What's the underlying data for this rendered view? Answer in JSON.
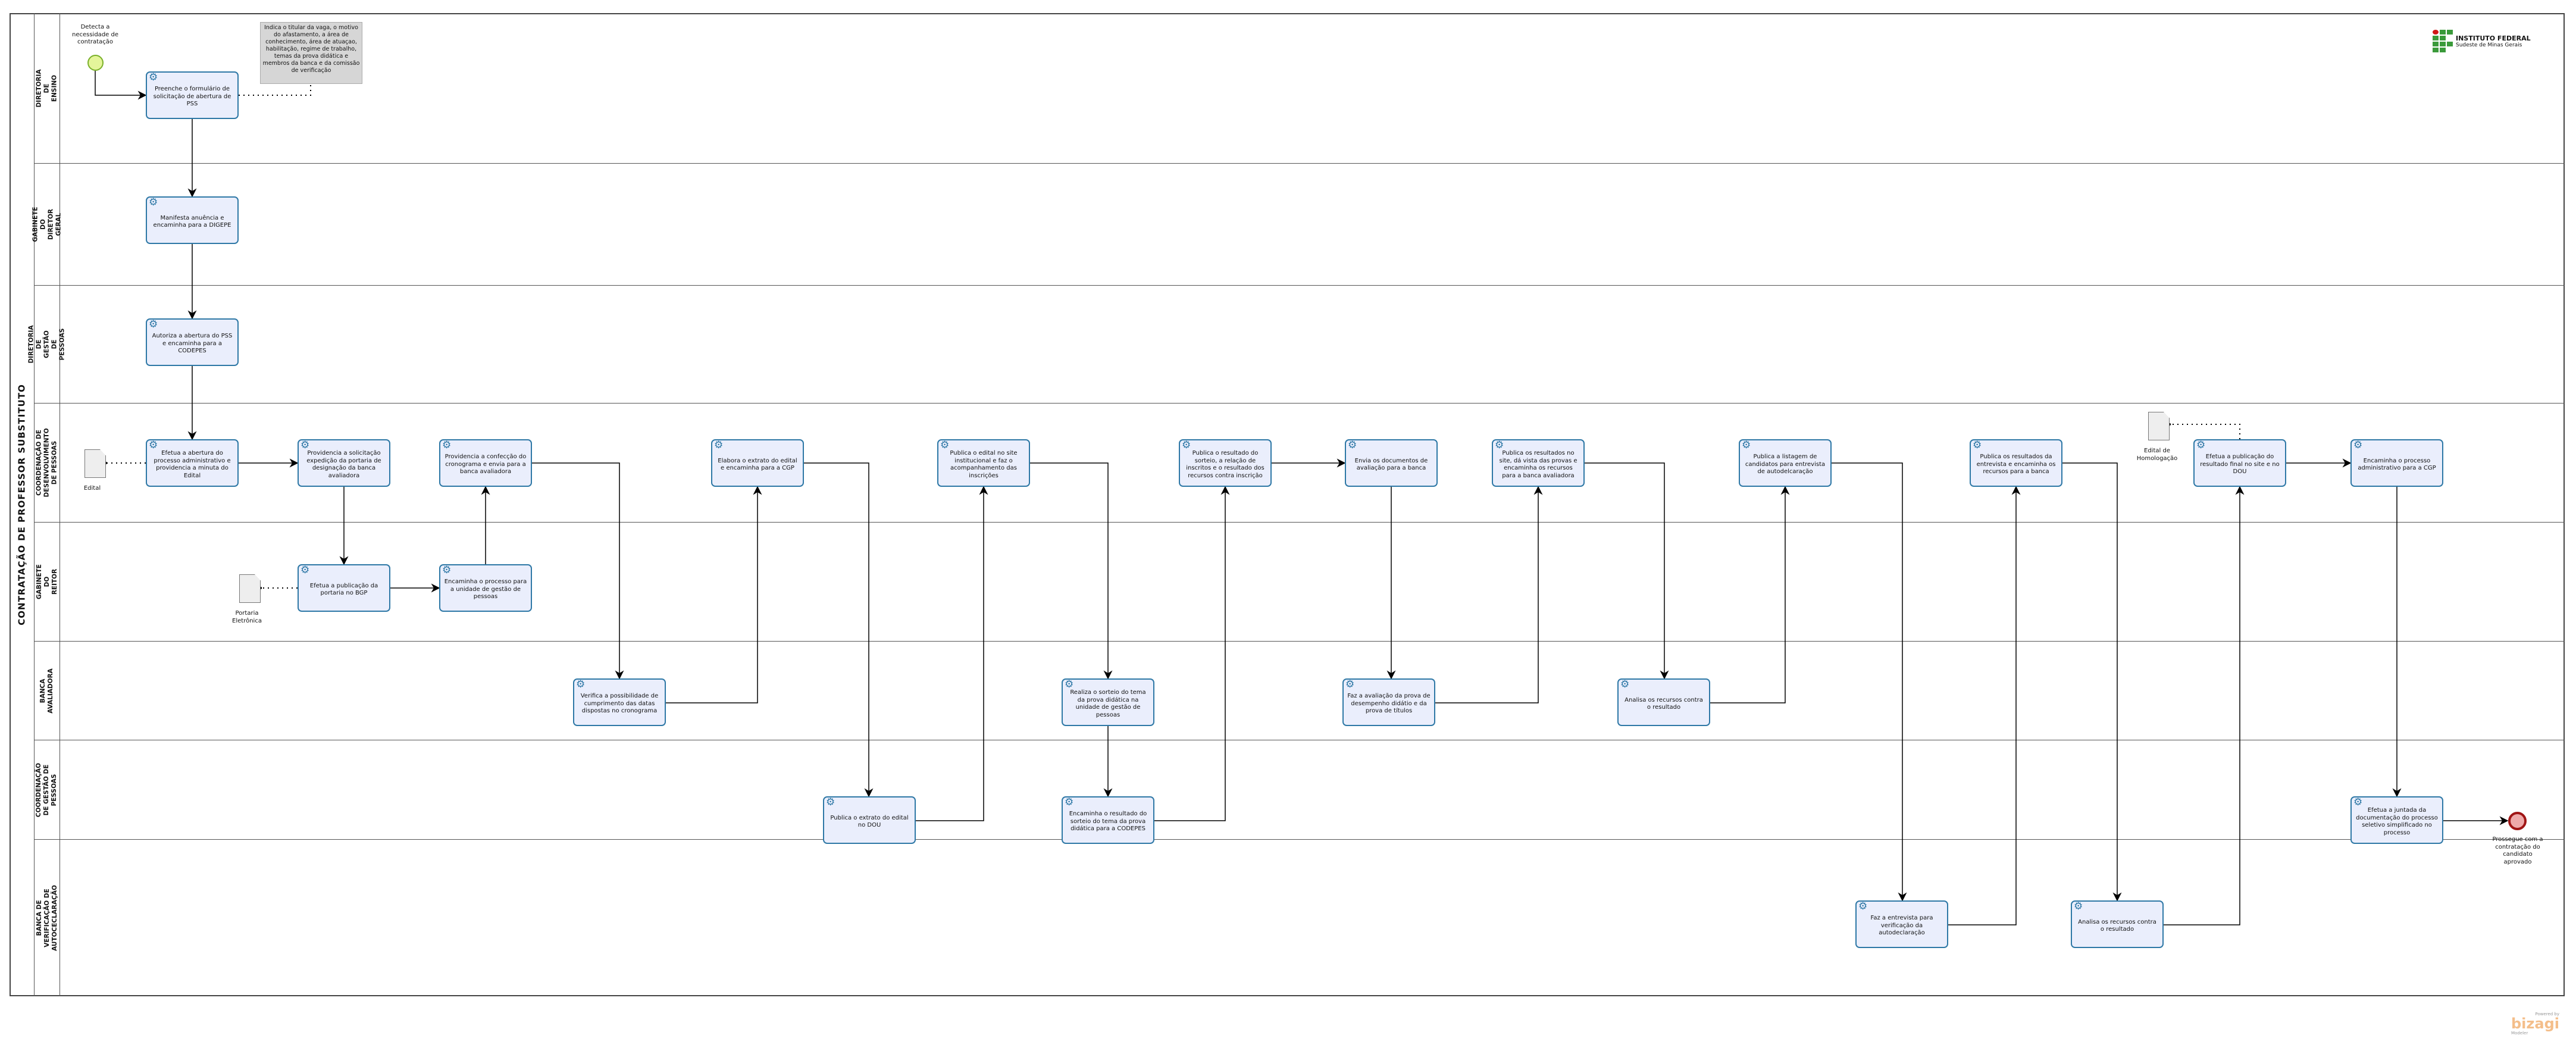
{
  "pool_title": "CONTRATAÇÃO DE PROFESSOR SUBSTITUTO",
  "lanes": [
    "DIRETORIA DE ENSINO",
    "GABINETE DO DIRETOR GERAL",
    "DIRETORIA DE GESTÃO DE PESSOAS",
    "COORDENAÇÃO DE DESENVOLVIMENTO DE PESSOAS",
    "GABINETE DO REITOR",
    "BANCA AVALIADORA",
    "COORDENAÇÃO DE GESTÃO DE PESSOAS",
    "BANCA DE VERIFICAÇÃO DE AUTOCECLARAÇÃO"
  ],
  "start_event": "Detecta a necessidade de contratação",
  "end_event": "Prossegue com a contratação do candidato aprovado",
  "note": "Indica o titular da vaga, o motivo do afastamento, a área de conhecimento, área de atuaçao, habilitação, regime de trabalho, temas da prova didática e membros da banca e da comissão de verificação",
  "tasks": [
    "Preenche o formulário de solicitação de abertura de PSS",
    "Manifesta anuência e encaminha para a DIGEPE",
    "Autoriza a abertura do PSS e encaminha para a CODEPES",
    "Efetua a abertura do processo administrativo e providencia a minuta do Edital",
    "Providencia a solicitação expedição da portaria de designação da banca avaliadora",
    "Providencia a confecção do cronograma e envia para a banca avaliadora",
    "Elabora o extrato do edital e encaminha para a CGP",
    "Publica o edital no site institucional e faz o acompanhamento das inscrições",
    "Publica o resultado do sorteio, a relação de inscritos e o resultado dos recursos contra inscrição",
    "Envia os documentos de avaliação para a banca",
    "Publica os resultados no site, dá vista das provas e encaminha os recursos para a banca avaliadora",
    "Publica a listagem de candidatos para entrevista de autodelcaração",
    "Publica os resultados da entrevista e encaminha os recursos para a banca",
    "Efetua a publicação do resultado final no site e no DOU",
    "Encaminha o processo administrativo para a CGP",
    "Efetua a publicação da portaria no BGP",
    "Encaminha o processo para a unidade de gestão de pessoas",
    "Verifica a possibilidade de cumprimento das datas dispostas no cronograma",
    "Realiza o sorteio do tema da prova didática na unidade de gestão de pessoas",
    "Faz a avaliação da prova de desempenho didátio e da prova de títulos",
    "Analisa os recursos contra o resultado",
    "Publica o extrato do edital no DOU",
    "Encaminha o resultado do sorteio do tema da prova didática para a CODEPES",
    "Efetua a juntada da documentação do processo seletivo simplificado no processo",
    "Faz a entrevista para verificação da autodeclaração",
    "Analisa os recursos contra o resultado"
  ],
  "documents": [
    "Edital",
    "Portaria Eletrônica",
    "Edital de Homologação"
  ],
  "logo": {
    "title": "INSTITUTO FEDERAL",
    "subtitle": "Sudeste de Minas Gerais"
  },
  "footer": {
    "powered": "Powered by",
    "brand": "bizagi",
    "product": "Modeler"
  },
  "colors": {
    "task_fill": "#eaeefc",
    "task_border": "#2e78a6",
    "start": "#e4f59a",
    "end": "#eeaaaa"
  }
}
